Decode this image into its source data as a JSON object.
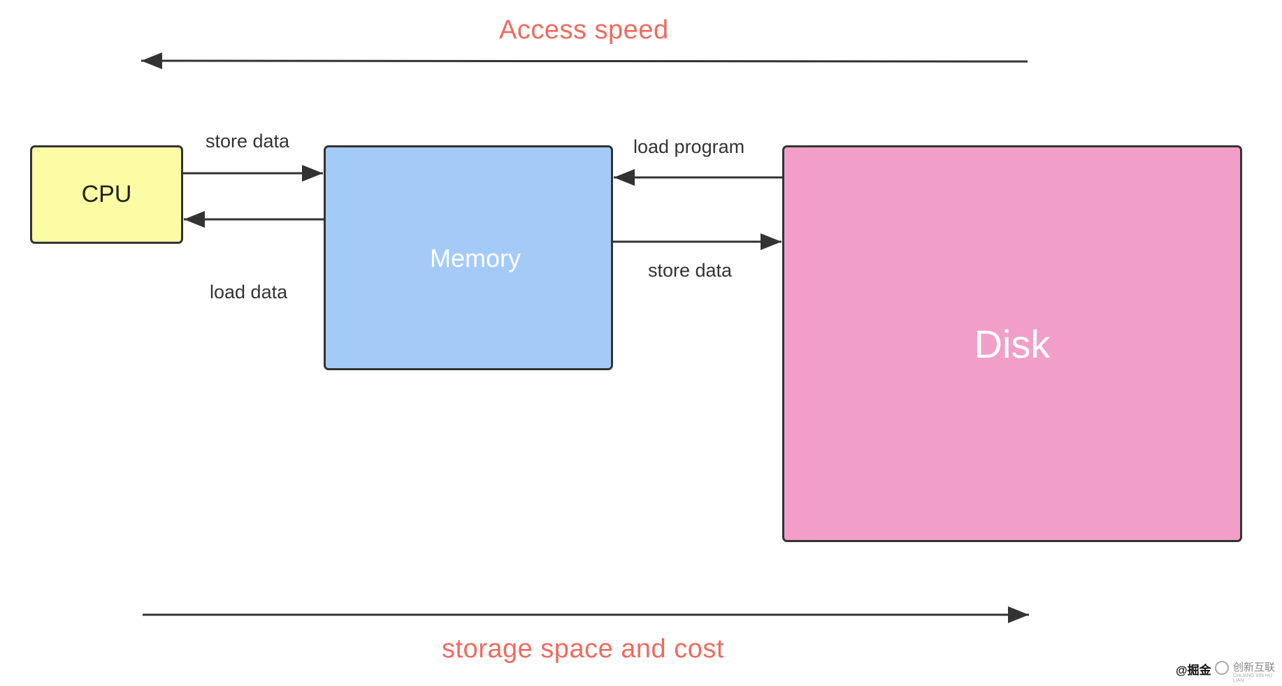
{
  "colors": {
    "accent": "#ee6b5f",
    "stroke": "#333333",
    "cpu_fill": "#fbfca4",
    "memory_fill": "#a4cbf8",
    "disk_fill": "#f19fc9",
    "light_text": "#ffffff",
    "dark_text": "#222222"
  },
  "speed_axis": {
    "label": "Access speed",
    "direction": "left"
  },
  "cost_axis": {
    "label": "storage space and cost",
    "direction": "right"
  },
  "nodes": {
    "cpu": {
      "label": "CPU"
    },
    "memory": {
      "label": "Memory"
    },
    "disk": {
      "label": "Disk"
    }
  },
  "edges": {
    "cpu_to_memory": {
      "label": "store data"
    },
    "memory_to_cpu": {
      "label": "load data"
    },
    "disk_to_memory": {
      "label": "load program"
    },
    "memory_to_disk": {
      "label": "store data"
    }
  },
  "watermark": {
    "left_text": "@掘金",
    "right_text": "创新互联",
    "right_subtext": "CHUANG XIN HU LIAN"
  }
}
